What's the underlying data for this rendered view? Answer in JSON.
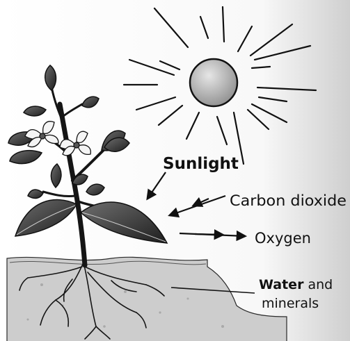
{
  "labels": {
    "sunlight": "Sunlight",
    "carbon_dioxide": "Carbon dioxide",
    "oxygen": "Oxygen",
    "water_line1_bold": "Water",
    "water_line1_rest": " and",
    "water_line2": "minerals"
  },
  "colors": {
    "ink": "#111111",
    "page": "#ffffff",
    "page_shadow": "#d9d9d9",
    "sun_fill": "#bdbdbd",
    "soil": "#cfcfcf",
    "leaf": "#3a3a3a",
    "stem": "#151515"
  }
}
